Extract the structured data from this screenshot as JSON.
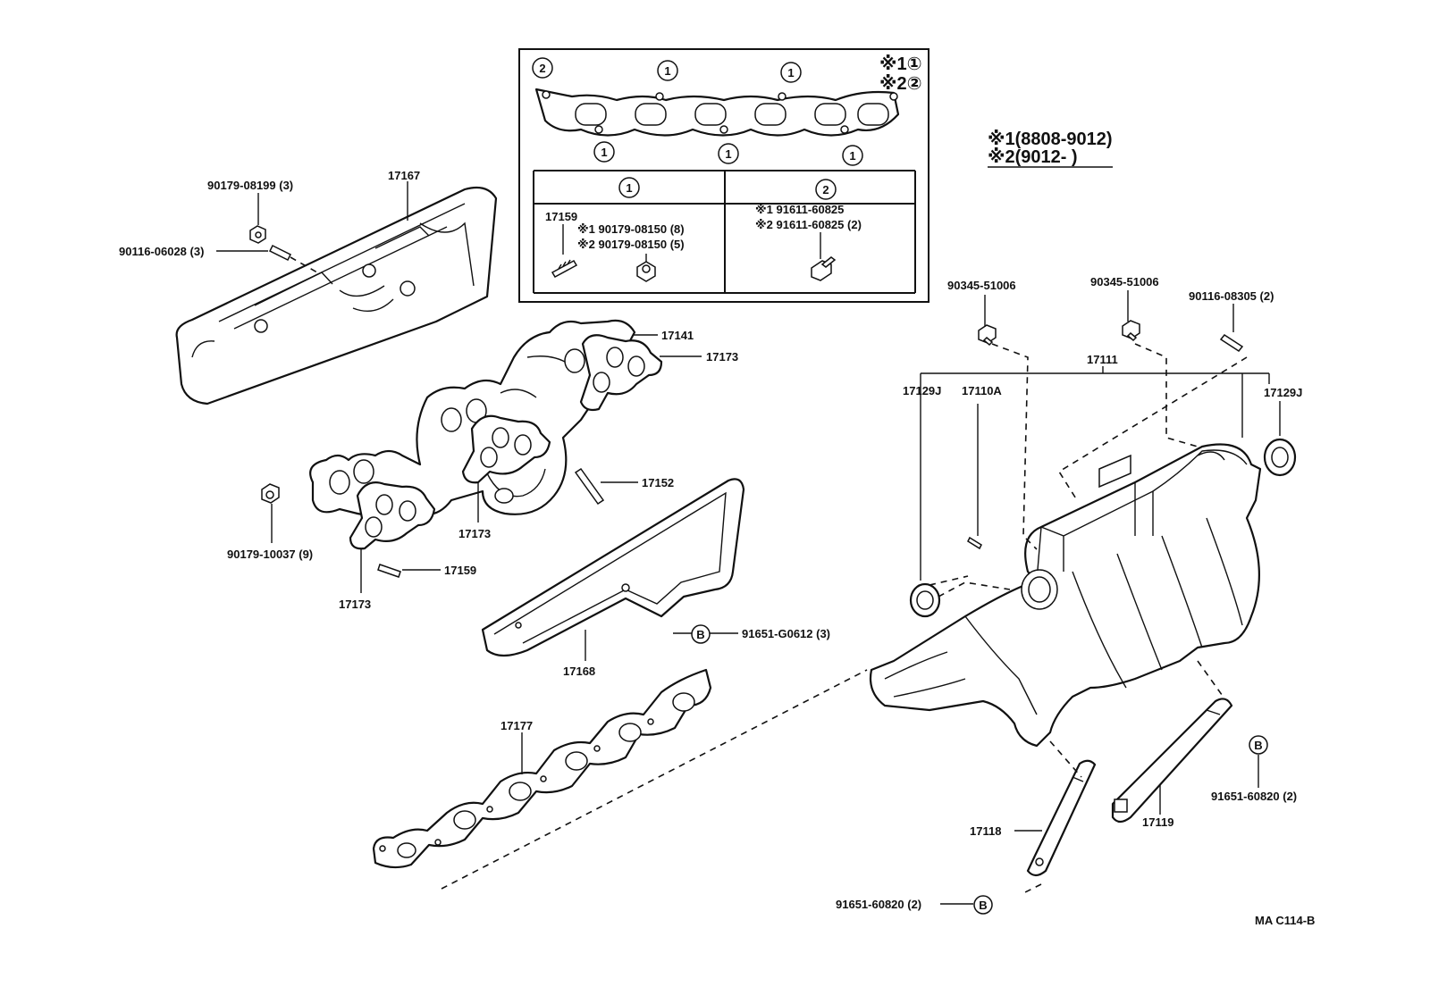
{
  "inset": {
    "markers": [
      "1",
      "2"
    ],
    "legend_line_1": "※1①",
    "legend_line_2": "※2②",
    "col1_header": "1",
    "col2_header": "2",
    "col1_part": "17159",
    "col1_line_1": "※1 90179-08150 (8)",
    "col1_line_2": "※2 90179-08150 (5)",
    "col2_line_1": "※1 91611-60825",
    "col2_line_2": "※2 91611-60825 (2)"
  },
  "date_legend": {
    "line_1": "※1(8808-9012)",
    "line_2": "※2(9012-        )"
  },
  "callouts": {
    "p90179_08199": "90179-08199 (3)",
    "p17167": "17167",
    "p90116_06028": "90116-06028 (3)",
    "p17141": "17141",
    "p17173_a": "17173",
    "p17152": "17152",
    "p90179_10037": "90179-10037 (9)",
    "p17173_b": "17173",
    "p17159": "17159",
    "p17173_c": "17173",
    "p17168": "17168",
    "p91651_G0612": "91651-G0612 (3)",
    "p17177": "17177",
    "p90345_51006_a": "90345-51006",
    "p90345_51006_b": "90345-51006",
    "p90116_08305": "90116-08305 (2)",
    "p17111": "17111",
    "p17129J_a": "17129J",
    "p17110A": "17110A",
    "p17129J_b": "17129J",
    "p17118": "17118",
    "p17119": "17119",
    "p91651_60820_a": "91651-60820 (2)",
    "p91651_60820_b": "91651-60820 (2)",
    "marker_b": "B"
  },
  "figure_code": "MA C114-B"
}
